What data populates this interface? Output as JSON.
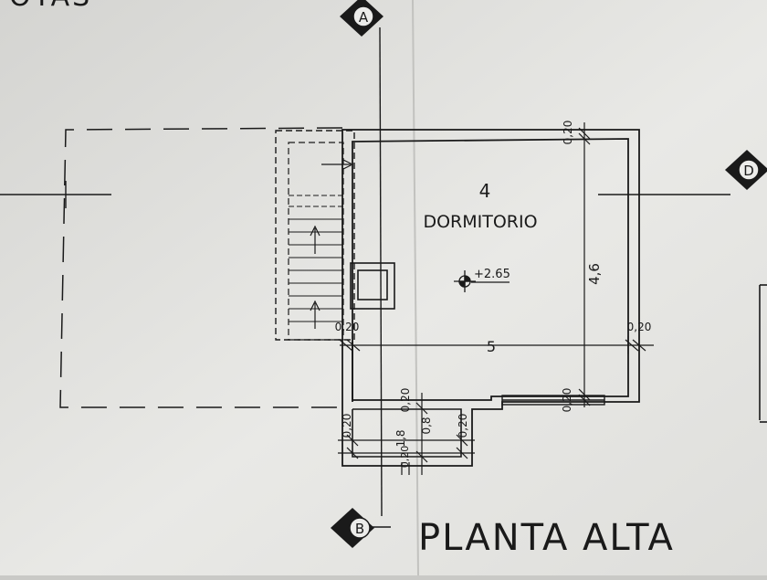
{
  "sheet": {
    "corner_text_fragment": "OTAS",
    "view_title": "PLANTA ALTA"
  },
  "axes": {
    "a": "A",
    "b": "B",
    "d": "D"
  },
  "room": {
    "number": "4",
    "name": "DORMITORIO",
    "level_mark": "+2.65"
  },
  "dimensions": {
    "room_width": "5",
    "room_depth": "4,6",
    "wall_top_right": "0,20",
    "wall_left": "0,20",
    "wall_right": "0,20",
    "wall_bottom_window": "0,20",
    "landing_top": "0,20",
    "landing_left": "0,20",
    "landing_right": "0,20",
    "landing_width": "1,8",
    "landing_depth": "0,8",
    "landing_bottom": "0,20"
  },
  "colors": {
    "paper": "#e8e8e4",
    "ink": "#1a1a1a"
  }
}
